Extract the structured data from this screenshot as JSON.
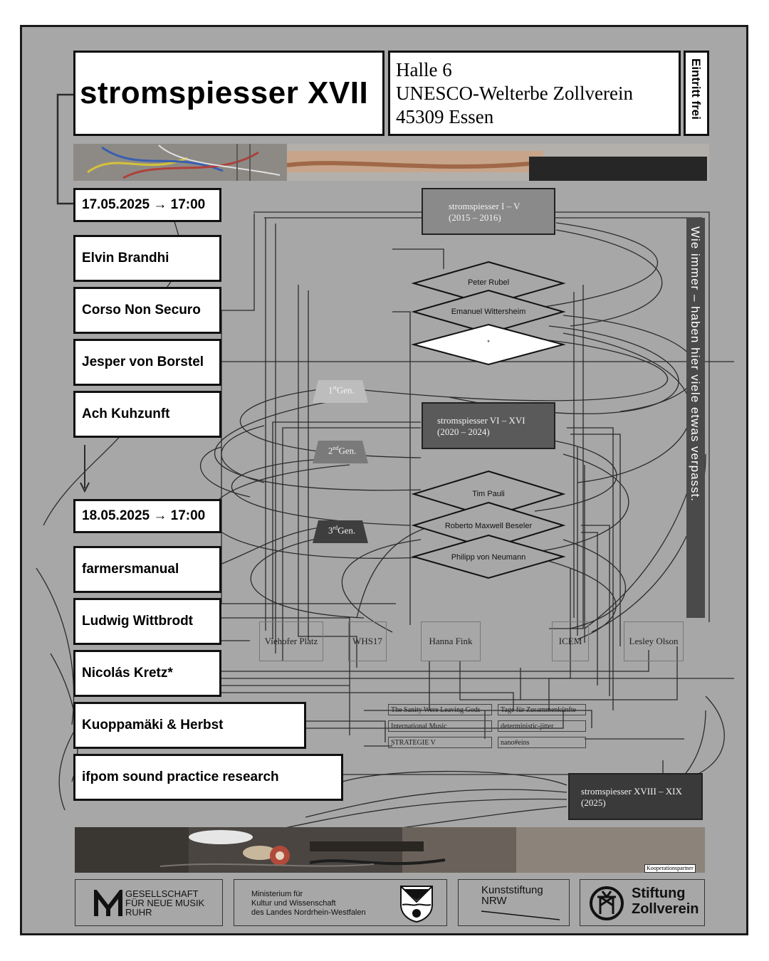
{
  "header": {
    "title": "stromspiesser XVII",
    "address_lines": [
      "Halle 6",
      "UNESCO-Welterbe Zollverein",
      "45309 Essen"
    ],
    "admission": "Eintritt frei"
  },
  "day1": {
    "date_time": "17.05.2025 → 17:00",
    "artists": [
      "Elvin Brandhi",
      "Corso Non Securo",
      "Jesper von Borstel",
      "Ach Kuhzunft"
    ]
  },
  "day2": {
    "date_time": "18.05.2025 → 17:00",
    "artists": [
      "farmersmanual",
      "Ludwig Wittbrodt",
      "Nicolás Kretz*",
      "Kuoppamäki & Herbst",
      "ifpom sound practice research"
    ]
  },
  "diagram": {
    "era1": {
      "line1": "stromspiesser I – V",
      "line2": "(2015 – 2016)"
    },
    "era2": {
      "line1": "stromspiesser VI – XVI",
      "line2": "(2020 – 2024)"
    },
    "era3": {
      "line1": "stromspiesser XVIII – XIX",
      "line2": "(2025)"
    },
    "gen_labels": [
      {
        "num": "1",
        "sup": "st",
        "text": "Gen."
      },
      {
        "num": "2",
        "sup": "nd",
        "text": "Gen."
      },
      {
        "num": "3",
        "sup": "rd",
        "text": "Gen."
      }
    ],
    "persons_top": [
      "Peter Rubel",
      "Emanuel Wittersheim",
      "*"
    ],
    "persons_mid": [
      "Tim Pauli",
      "Roberto Maxwell Beseler",
      "Philipp von Neumann"
    ],
    "venues": [
      "Viehofer Platz",
      "WHS17",
      "Hanna Fink",
      "ICEM",
      "Lesley Olson"
    ],
    "events_left": [
      "The Sanity Were Leaving Gods",
      "International Music",
      "STRATEGIE V"
    ],
    "events_right": [
      "Tage für Zusammenkünfte",
      "deterministic-jitter",
      "nano#eins"
    ]
  },
  "motto": "Wie immer – haben hier viele etwas verpasst.",
  "cooperation_label": "Kooperationspartner",
  "partners": {
    "gnm": [
      "GESELLSCHAFT",
      "FÜR NEUE MUSIK",
      "RUHR"
    ],
    "ministry": [
      "Ministerium für",
      "Kultur und Wissenschaft",
      "des Landes Nordrhein-Westfalen"
    ],
    "kunststiftung": [
      "Kunststiftung",
      "NRW"
    ],
    "stiftung": [
      "Stiftung",
      "Zollverein"
    ]
  },
  "colors": {
    "poster_bg": "#a7a7a7",
    "era1_fill": "#8a8a8a",
    "era2_fill": "#5a5a5a",
    "era3_fill": "#3a3a3a",
    "gen1_fill": "#bdbdbd",
    "gen2_fill": "#7a7a7a",
    "gen3_fill": "#3e3e3e"
  }
}
